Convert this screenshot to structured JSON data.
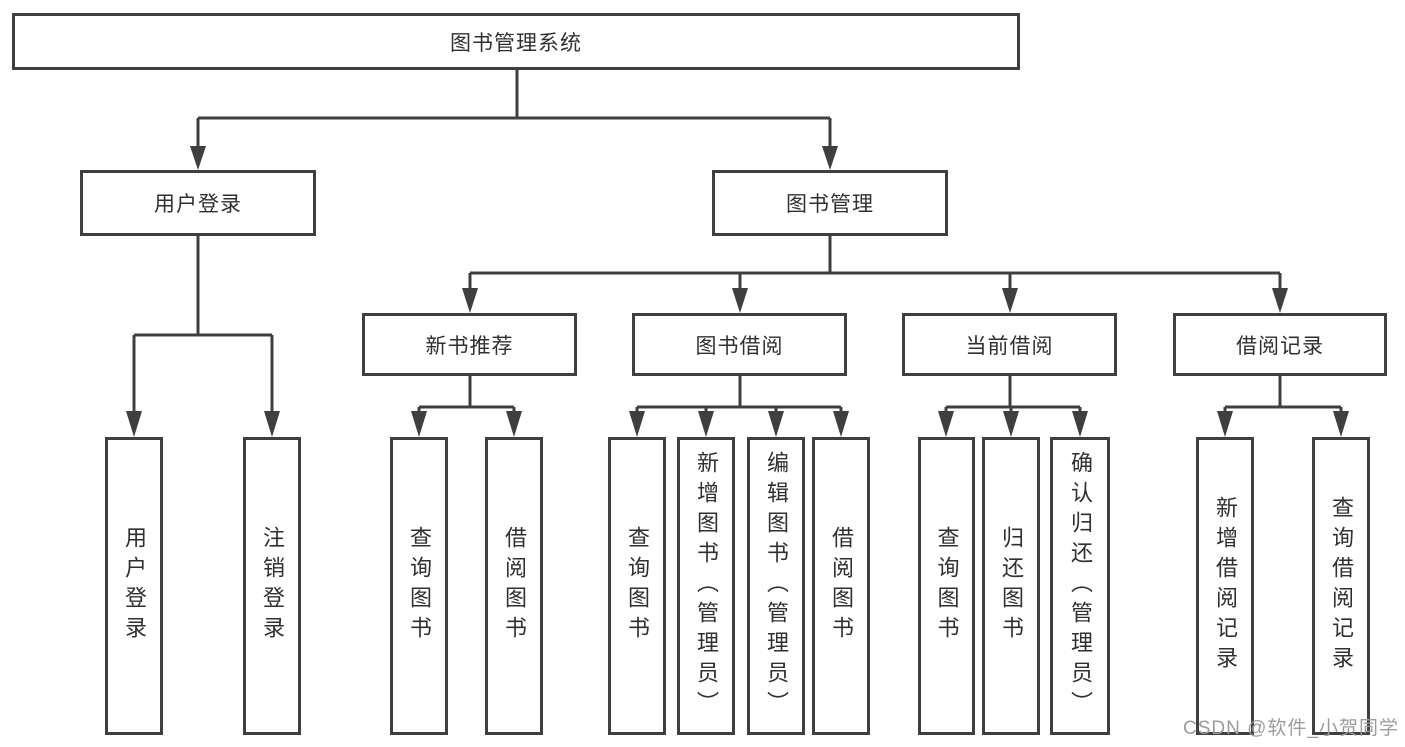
{
  "diagram": {
    "root": {
      "label": "图书管理系统"
    },
    "branches": [
      {
        "label": "用户登录",
        "children": [
          {
            "label": "用户登录"
          },
          {
            "label": "注销登录"
          }
        ]
      },
      {
        "label": "图书管理",
        "children": [
          {
            "label": "新书推荐",
            "children": [
              {
                "label": "查询图书"
              },
              {
                "label": "借阅图书"
              }
            ]
          },
          {
            "label": "图书借阅",
            "children": [
              {
                "label": "查询图书"
              },
              {
                "label": "新增图书（管理员）"
              },
              {
                "label": "编辑图书（管理员）"
              },
              {
                "label": "借阅图书"
              }
            ]
          },
          {
            "label": "当前借阅",
            "children": [
              {
                "label": "查询图书"
              },
              {
                "label": "归还图书"
              },
              {
                "label": "确认归还（管理员）"
              }
            ]
          },
          {
            "label": "借阅记录",
            "children": [
              {
                "label": "新增借阅记录"
              },
              {
                "label": "查询借阅记录"
              }
            ]
          }
        ]
      }
    ]
  },
  "watermark": {
    "text": "CSDN @软件_小贺同学"
  },
  "colors": {
    "line": "#3f3f3f",
    "text": "#303030",
    "watermark": "#9c9c9c"
  }
}
